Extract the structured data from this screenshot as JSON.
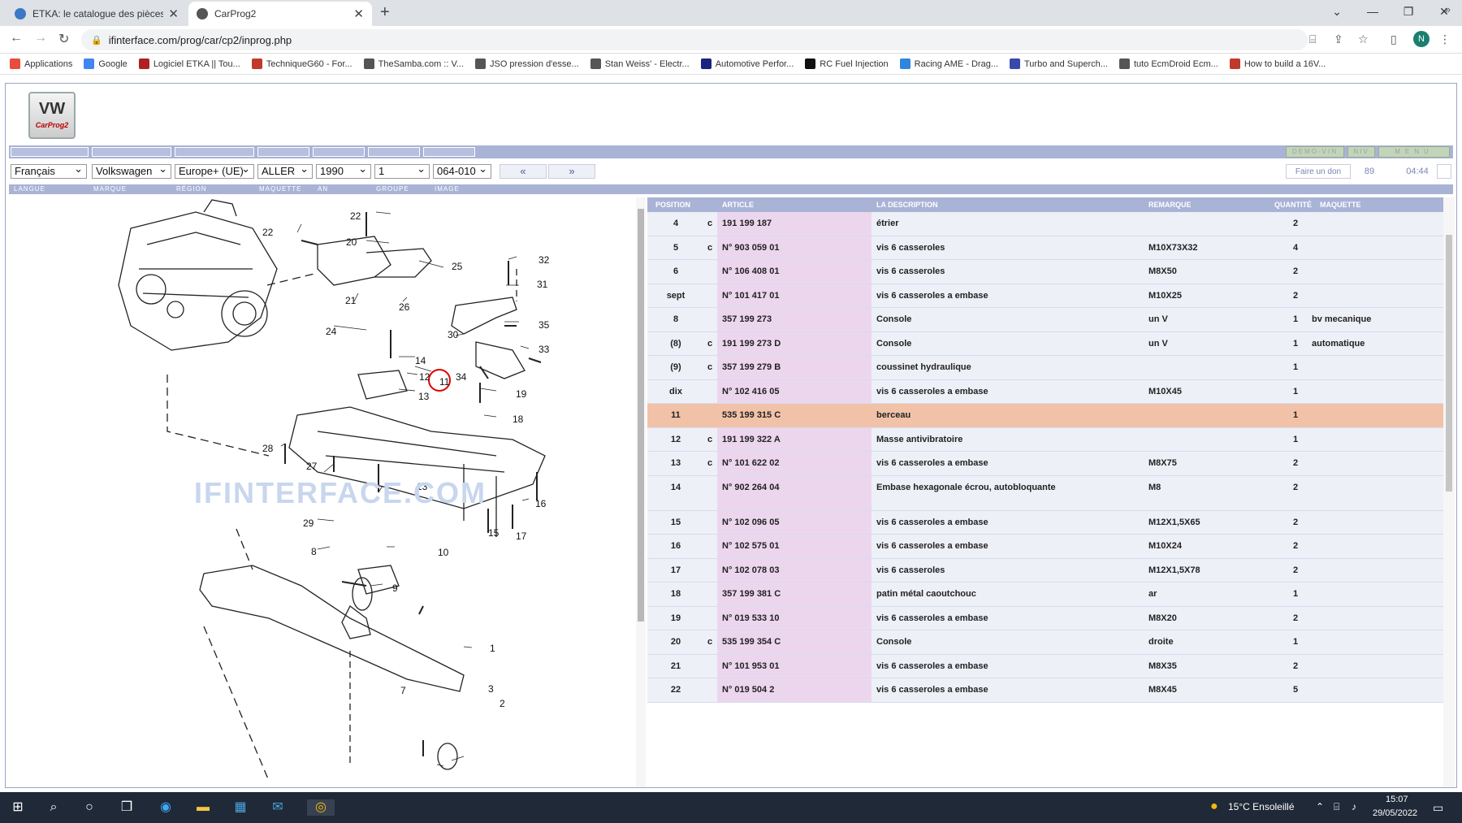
{
  "browser": {
    "tabs": [
      {
        "title": "ETKA: le catalogue des pièces dé",
        "favicon": "etka-favicon",
        "color": "#3b78c6"
      },
      {
        "title": "CarProg2",
        "favicon": "carprog-favicon",
        "color": "#555555"
      }
    ],
    "url": "ifinterface.com/prog/car/cp2/inprog.php",
    "avatar": "N",
    "bookmarks": [
      {
        "label": "Applications",
        "color": "#e74c3c"
      },
      {
        "label": "Google",
        "color": "#4285f4"
      },
      {
        "label": "Logiciel ETKA || Tou...",
        "color": "#b02020"
      },
      {
        "label": "TechniqueG60 - For...",
        "color": "#c0392b"
      },
      {
        "label": "TheSamba.com :: V...",
        "color": "#555555"
      },
      {
        "label": "JSO pression d'esse...",
        "color": "#555555"
      },
      {
        "label": "Stan Weiss' - Electr...",
        "color": "#555555"
      },
      {
        "label": "Automotive Perfor...",
        "color": "#1a237e"
      },
      {
        "label": "RC Fuel Injection",
        "color": "#111111"
      },
      {
        "label": "Racing AME - Drag...",
        "color": "#2e86de"
      },
      {
        "label": "Turbo and Superch...",
        "color": "#3949ab"
      },
      {
        "label": "tuto EcmDroid Ecm...",
        "color": "#555555"
      },
      {
        "label": "How to build a 16V...",
        "color": "#c0392b"
      }
    ]
  },
  "app": {
    "logo_text": "VW",
    "logo_sub": "CarProg2",
    "buttons": {
      "demo_vin": "DEMO-VIN",
      "niv": "NIV",
      "menu": "MENU"
    },
    "selectors": {
      "langue": "Français",
      "marque": "Volkswagen",
      "region": "Europe+ (UE)",
      "maquette": "ALLER",
      "an": "1990",
      "groupe": "1",
      "image": "064-010"
    },
    "prev": "«",
    "next": "»",
    "don": "Faire un don",
    "count": "89",
    "time": "04:44",
    "labels": {
      "langue": "LANGUE",
      "marque": "MARQUE",
      "region": "RÉGION",
      "maquette": "MAQUETTE",
      "an": "AN",
      "groupe": "GROUPE",
      "image": "IMAGE"
    },
    "watermark": "IFINTERFACE.COM"
  },
  "diagram": {
    "callouts": [
      "22",
      "22",
      "20",
      "25",
      "32",
      "31",
      "21",
      "26",
      "35",
      "24",
      "30",
      "33",
      "14",
      "12",
      "11",
      "34",
      "13",
      "19",
      "18",
      "28",
      "27",
      "13",
      "16",
      "15",
      "17",
      "29",
      "10",
      "8",
      "9",
      "1",
      "7",
      "3",
      "2"
    ]
  },
  "table": {
    "headers": {
      "pos": "POSITION",
      "article": "ARTICLE",
      "desc": "LA DESCRIPTION",
      "rem": "REMARQUE",
      "qty": "QUANTITÉ",
      "mq": "MAQUETTE"
    },
    "selected": "11",
    "rows": [
      {
        "pos": "4",
        "c": "c",
        "article": "191 199 187",
        "desc": "étrier",
        "rem": "",
        "qty": "2",
        "mq": ""
      },
      {
        "pos": "5",
        "c": "c",
        "article": "N° 903 059 01",
        "desc": "vis 6 casseroles",
        "rem": "M10X73X32",
        "qty": "4",
        "mq": ""
      },
      {
        "pos": "6",
        "c": "",
        "article": "N° 106 408 01",
        "desc": "vis 6 casseroles",
        "rem": "M8X50",
        "qty": "2",
        "mq": ""
      },
      {
        "pos": "sept",
        "c": "",
        "article": "N° 101 417 01",
        "desc": "vis 6 casseroles a embase",
        "rem": "M10X25",
        "qty": "2",
        "mq": ""
      },
      {
        "pos": "8",
        "c": "",
        "article": "357 199 273",
        "desc": "Console",
        "rem": "un V",
        "qty": "1",
        "mq": "bv mecanique"
      },
      {
        "pos": "(8)",
        "c": "c",
        "article": "191 199 273 D",
        "desc": "Console",
        "rem": "un V",
        "qty": "1",
        "mq": "automatique"
      },
      {
        "pos": "(9)",
        "c": "c",
        "article": "357 199 279 B",
        "desc": "coussinet hydraulique",
        "rem": "",
        "qty": "1",
        "mq": ""
      },
      {
        "pos": "dix",
        "c": "",
        "article": "N° 102 416 05",
        "desc": "vis 6 casseroles a embase",
        "rem": "M10X45",
        "qty": "1",
        "mq": ""
      },
      {
        "pos": "11",
        "c": "",
        "article": "535 199 315 C",
        "desc": "berceau",
        "rem": "",
        "qty": "1",
        "mq": ""
      },
      {
        "pos": "12",
        "c": "c",
        "article": "191 199 322 A",
        "desc": "Masse antivibratoire",
        "rem": "",
        "qty": "1",
        "mq": ""
      },
      {
        "pos": "13",
        "c": "c",
        "article": "N° 101 622 02",
        "desc": "vis 6 casseroles a embase",
        "rem": "M8X75",
        "qty": "2",
        "mq": ""
      },
      {
        "pos": "14",
        "c": "",
        "article": "N° 902 264 04",
        "desc": "Embase hexagonale écrou, autobloquante",
        "rem": "M8",
        "qty": "2",
        "mq": ""
      },
      {
        "pos": "15",
        "c": "",
        "article": "N° 102 096 05",
        "desc": "vis 6 casseroles a embase",
        "rem": "M12X1,5X65",
        "qty": "2",
        "mq": ""
      },
      {
        "pos": "16",
        "c": "",
        "article": "N° 102 575 01",
        "desc": "vis 6 casseroles a embase",
        "rem": "M10X24",
        "qty": "2",
        "mq": ""
      },
      {
        "pos": "17",
        "c": "",
        "article": "N° 102 078 03",
        "desc": "vis 6 casseroles",
        "rem": "M12X1,5X78",
        "qty": "2",
        "mq": ""
      },
      {
        "pos": "18",
        "c": "",
        "article": "357 199 381 C",
        "desc": "patin métal caoutchouc",
        "rem": "ar",
        "qty": "1",
        "mq": ""
      },
      {
        "pos": "19",
        "c": "",
        "article": "N° 019 533 10",
        "desc": "vis 6 casseroles a embase",
        "rem": "M8X20",
        "qty": "2",
        "mq": ""
      },
      {
        "pos": "20",
        "c": "c",
        "article": "535 199 354 C",
        "desc": "Console",
        "rem": "droite",
        "qty": "1",
        "mq": ""
      },
      {
        "pos": "21",
        "c": "",
        "article": "N° 101 953 01",
        "desc": "vis 6 casseroles a embase",
        "rem": "M8X35",
        "qty": "2",
        "mq": ""
      },
      {
        "pos": "22",
        "c": "",
        "article": "N° 019 504 2",
        "desc": "vis 6 casseroles a embase",
        "rem": "M8X45",
        "qty": "5",
        "mq": ""
      }
    ]
  },
  "taskbar": {
    "weather": "15°C  Ensoleillé",
    "time": "15:07",
    "date": "29/05/2022"
  }
}
